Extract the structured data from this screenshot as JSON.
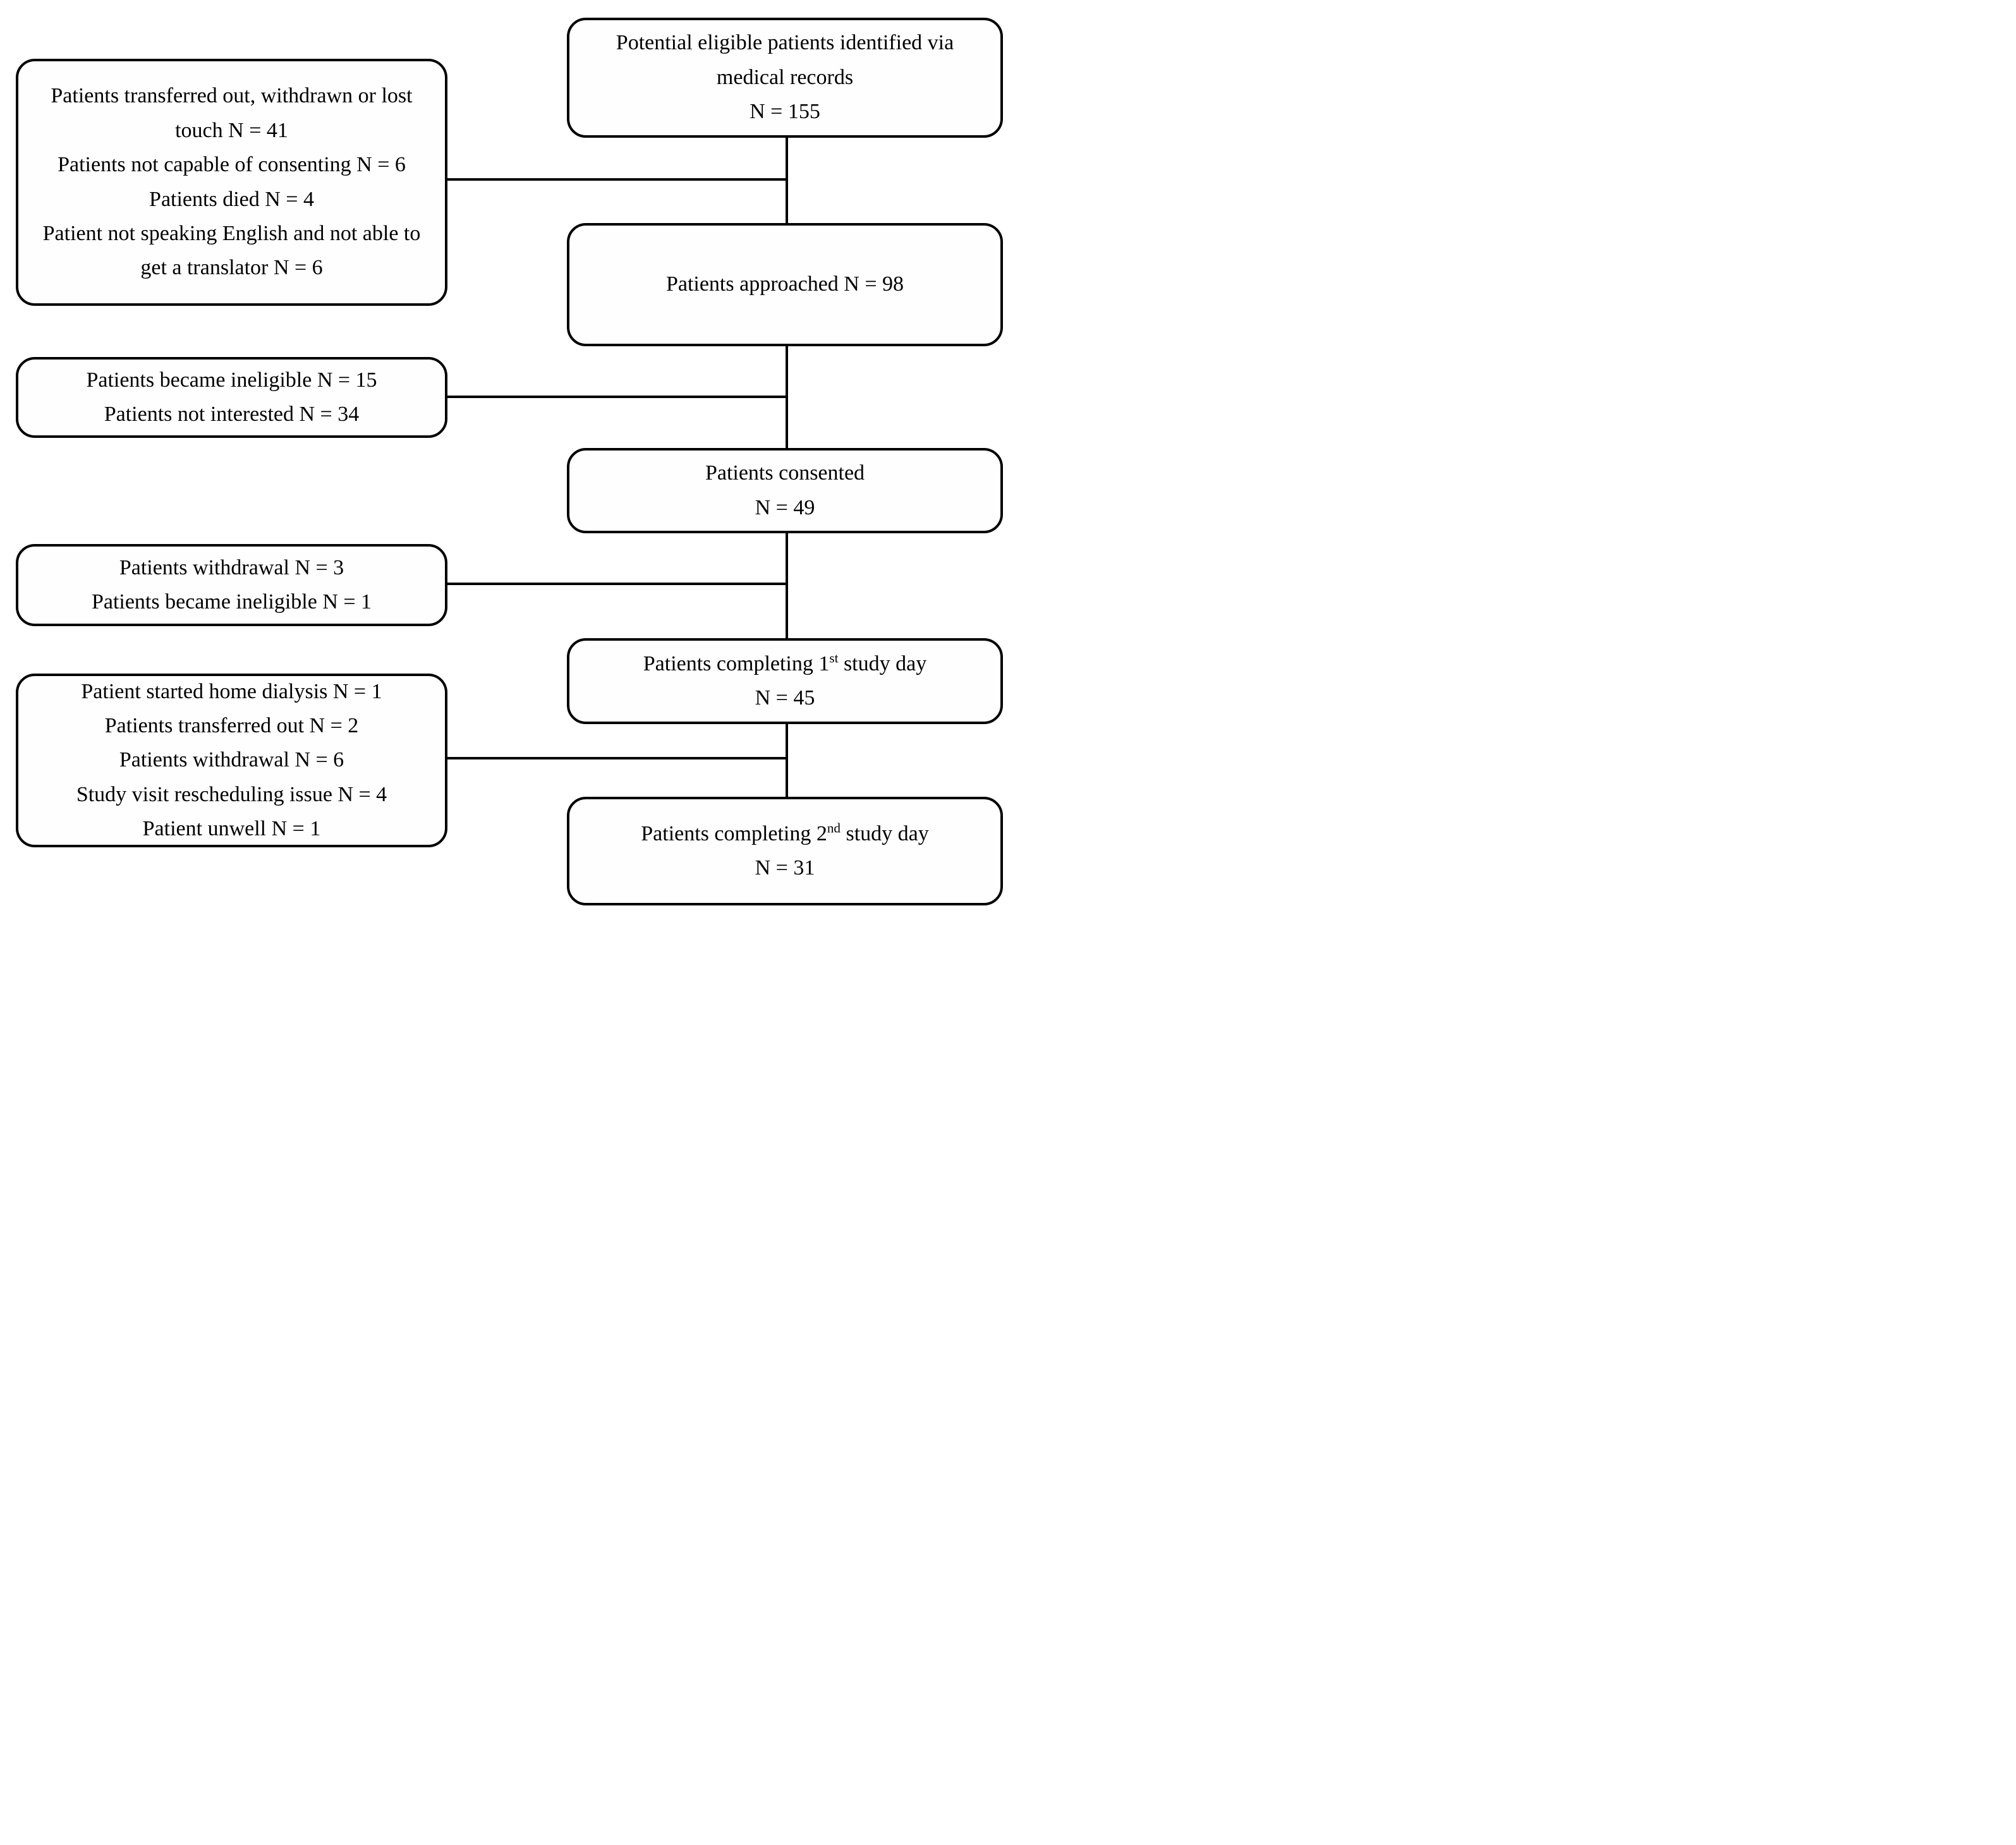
{
  "diagram_type": "patient-enrollment-flowchart",
  "colors": {
    "line": "#000000",
    "text": "#000000",
    "background": "#ffffff"
  },
  "main_flow": [
    {
      "id": "identified",
      "text": "Potential eligible patients identified via medical records",
      "n_label": "N = 155"
    },
    {
      "id": "approached",
      "text": "Patients approached N = 98",
      "n_label": ""
    },
    {
      "id": "consented",
      "text": "Patients consented",
      "n_label": "N = 49"
    },
    {
      "id": "first-study-day",
      "text_pre": "Patients completing 1",
      "sup": "st",
      "text_post": " study day",
      "n_label": "N = 45"
    },
    {
      "id": "second-study-day",
      "text_pre": "Patients completing 2",
      "sup": "nd",
      "text_post": " study day",
      "n_label": "N = 31"
    }
  ],
  "exclusions": [
    {
      "id": "excluded-before-approach",
      "items": [
        "Patients transferred out, withdrawn or lost touch N = 41",
        "Patients not capable of consenting N = 6",
        "Patients died N = 4",
        "Patient not speaking English and not able to get a translator N = 6"
      ]
    },
    {
      "id": "excluded-before-consent",
      "items": [
        "Patients became ineligible N = 15",
        "Patients not interested N = 34"
      ]
    },
    {
      "id": "excluded-before-first-day",
      "items": [
        "Patients withdrawal N = 3",
        "Patients became ineligible N = 1"
      ]
    },
    {
      "id": "excluded-before-second-day",
      "items": [
        "Patient started home dialysis N = 1",
        "Patients transferred out N = 2",
        "Patients withdrawal N = 6",
        "Study visit rescheduling issue N = 4",
        "Patient unwell N = 1"
      ]
    }
  ]
}
